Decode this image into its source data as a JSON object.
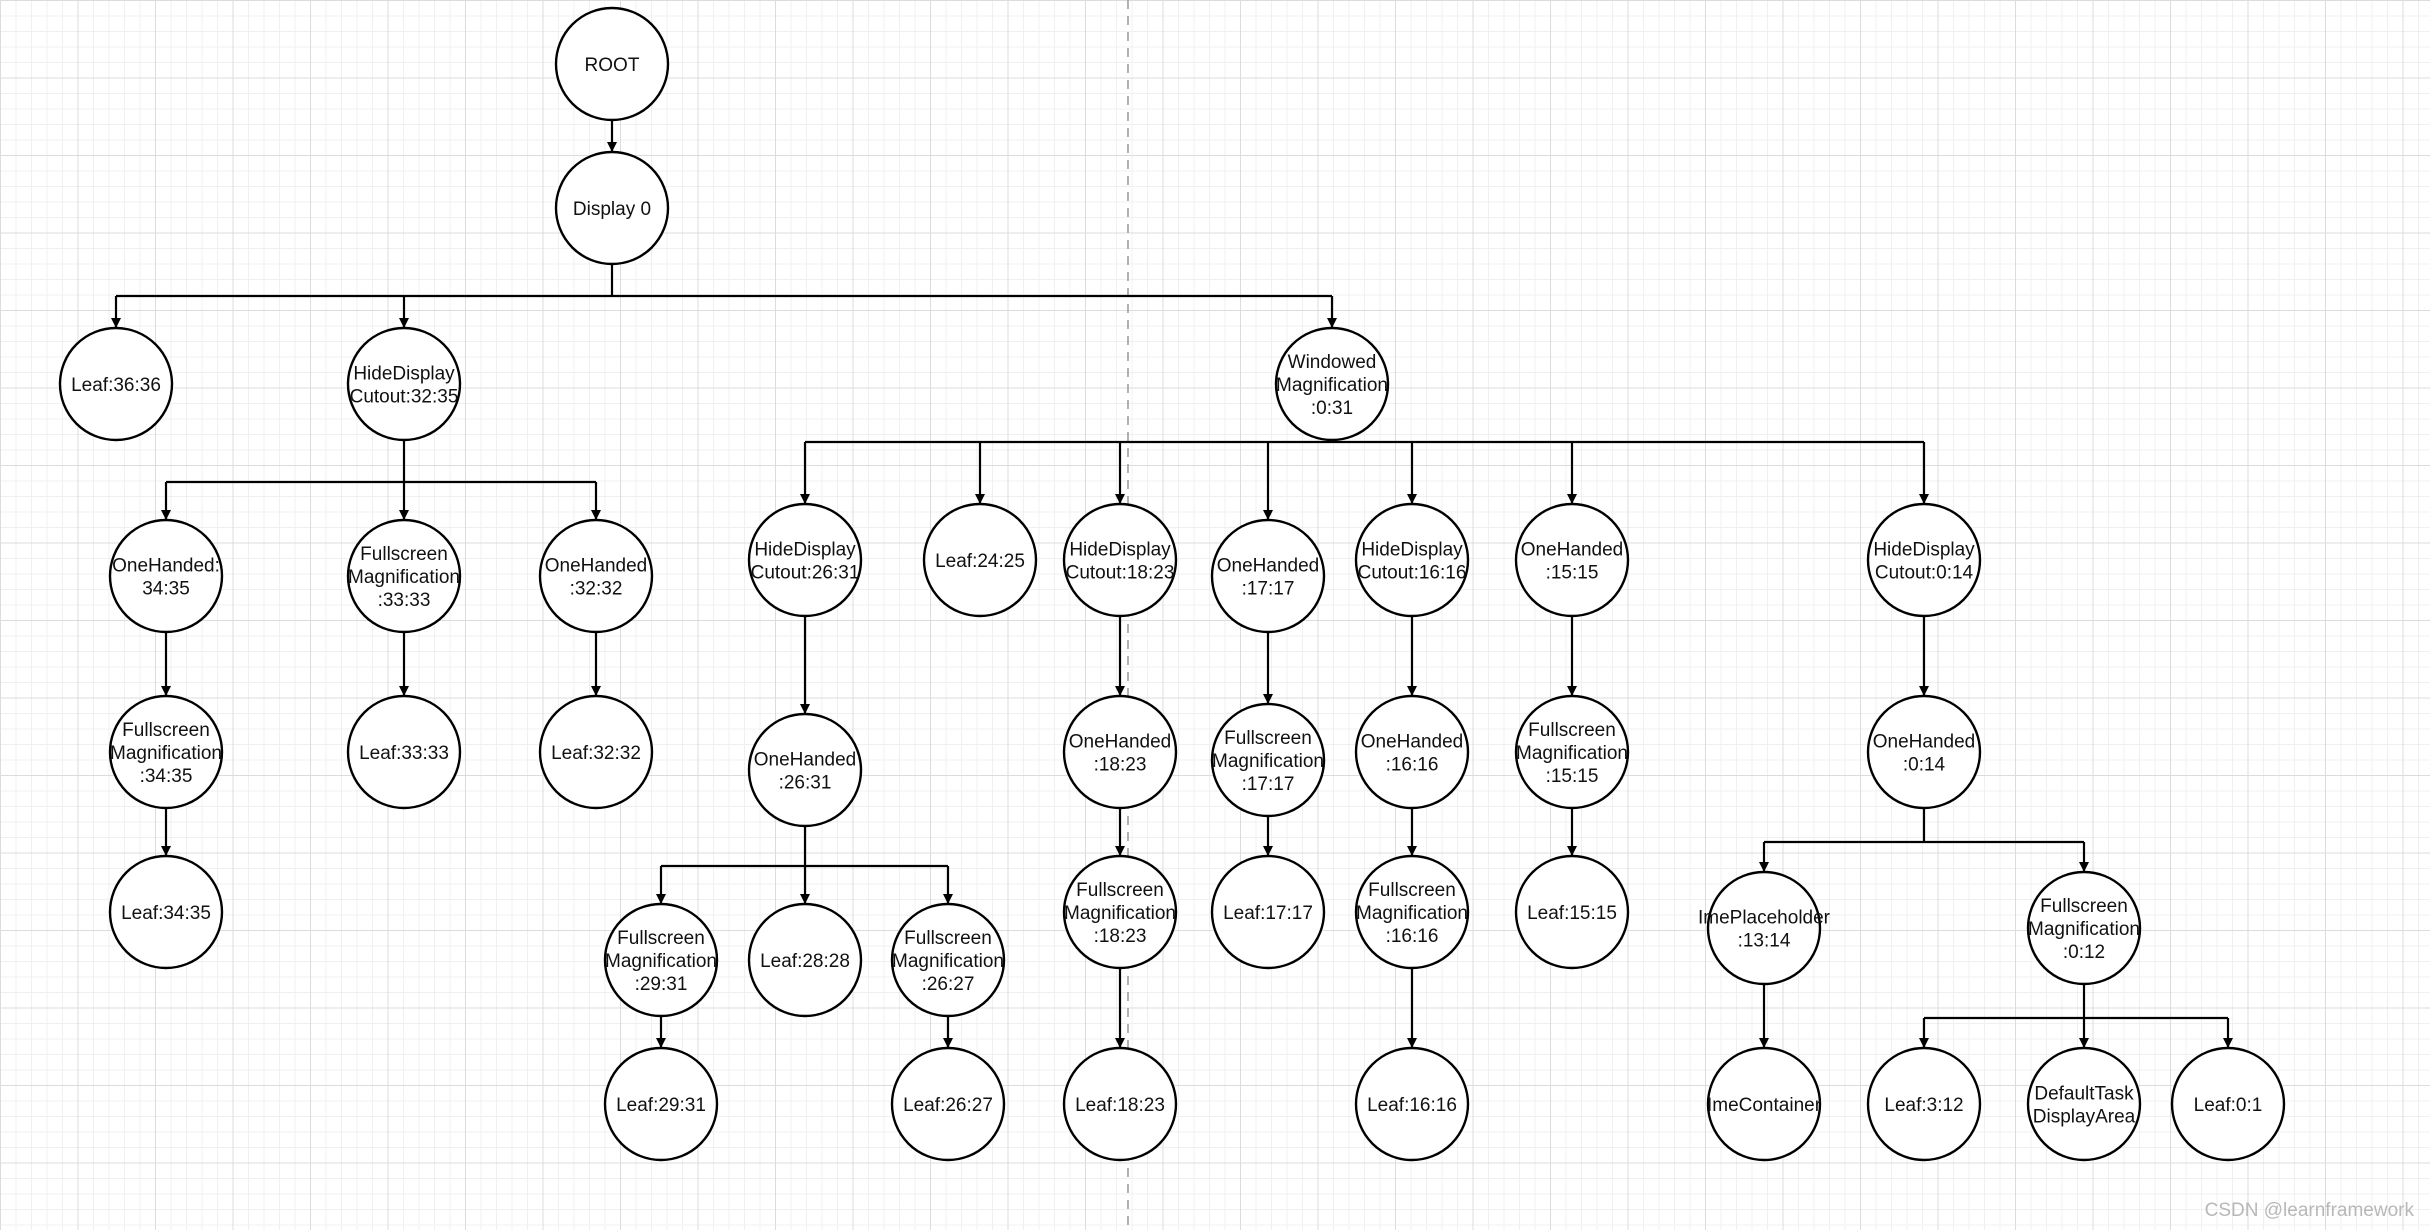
{
  "nodes": [
    {
      "id": "root",
      "lines": [
        "ROOT"
      ],
      "parent": null
    },
    {
      "id": "display0",
      "lines": [
        "Display 0"
      ],
      "parent": "root"
    },
    {
      "id": "leaf36",
      "lines": [
        "Leaf:36:36"
      ],
      "parent": "display0"
    },
    {
      "id": "hdc3235",
      "lines": [
        "HideDisplay",
        "Cutout:32:35"
      ],
      "parent": "display0"
    },
    {
      "id": "wm031",
      "lines": [
        "Windowed",
        "Magnification",
        ":0:31"
      ],
      "parent": "display0"
    },
    {
      "id": "oh3435",
      "lines": [
        "OneHanded:",
        "34:35"
      ],
      "parent": "hdc3235"
    },
    {
      "id": "fm3333",
      "lines": [
        "Fullscreen",
        "Magnification",
        ":33:33"
      ],
      "parent": "hdc3235"
    },
    {
      "id": "oh3232",
      "lines": [
        "OneHanded",
        ":32:32"
      ],
      "parent": "hdc3235"
    },
    {
      "id": "fm3435",
      "lines": [
        "Fullscreen",
        "Magnification",
        ":34:35"
      ],
      "parent": "oh3435"
    },
    {
      "id": "leaf3435",
      "lines": [
        "Leaf:34:35"
      ],
      "parent": "fm3435"
    },
    {
      "id": "leaf3333",
      "lines": [
        "Leaf:33:33"
      ],
      "parent": "fm3333"
    },
    {
      "id": "leaf3232",
      "lines": [
        "Leaf:32:32"
      ],
      "parent": "oh3232"
    },
    {
      "id": "hdc2631",
      "lines": [
        "HideDisplay",
        "Cutout:26:31"
      ],
      "parent": "wm031"
    },
    {
      "id": "leaf2425",
      "lines": [
        "Leaf:24:25"
      ],
      "parent": "wm031"
    },
    {
      "id": "hdc1823",
      "lines": [
        "HideDisplay",
        "Cutout:18:23"
      ],
      "parent": "wm031"
    },
    {
      "id": "oh1717",
      "lines": [
        "OneHanded",
        ":17:17"
      ],
      "parent": "wm031"
    },
    {
      "id": "hdc1616",
      "lines": [
        "HideDisplay",
        "Cutout:16:16"
      ],
      "parent": "wm031"
    },
    {
      "id": "oh1515",
      "lines": [
        "OneHanded",
        ":15:15"
      ],
      "parent": "wm031"
    },
    {
      "id": "hdc014",
      "lines": [
        "HideDisplay",
        "Cutout:0:14"
      ],
      "parent": "wm031"
    },
    {
      "id": "oh2631",
      "lines": [
        "OneHanded",
        ":26:31"
      ],
      "parent": "hdc2631"
    },
    {
      "id": "fm2931",
      "lines": [
        "Fullscreen",
        "Magnification",
        ":29:31"
      ],
      "parent": "oh2631"
    },
    {
      "id": "leaf2828",
      "lines": [
        "Leaf:28:28"
      ],
      "parent": "oh2631"
    },
    {
      "id": "fm2627",
      "lines": [
        "Fullscreen",
        "Magnification",
        ":26:27"
      ],
      "parent": "oh2631"
    },
    {
      "id": "leaf2931",
      "lines": [
        "Leaf:29:31"
      ],
      "parent": "fm2931"
    },
    {
      "id": "leaf2627",
      "lines": [
        "Leaf:26:27"
      ],
      "parent": "fm2627"
    },
    {
      "id": "oh1823",
      "lines": [
        "OneHanded",
        ":18:23"
      ],
      "parent": "hdc1823"
    },
    {
      "id": "fm1823",
      "lines": [
        "Fullscreen",
        "Magnification",
        ":18:23"
      ],
      "parent": "oh1823"
    },
    {
      "id": "leaf1823",
      "lines": [
        "Leaf:18:23"
      ],
      "parent": "fm1823"
    },
    {
      "id": "fm1717",
      "lines": [
        "Fullscreen",
        "Magnification",
        ":17:17"
      ],
      "parent": "oh1717"
    },
    {
      "id": "leaf1717",
      "lines": [
        "Leaf:17:17"
      ],
      "parent": "fm1717"
    },
    {
      "id": "oh1616",
      "lines": [
        "OneHanded",
        ":16:16"
      ],
      "parent": "hdc1616"
    },
    {
      "id": "fm1616",
      "lines": [
        "Fullscreen",
        "Magnification",
        ":16:16"
      ],
      "parent": "oh1616"
    },
    {
      "id": "leaf1616",
      "lines": [
        "Leaf:16:16"
      ],
      "parent": "fm1616"
    },
    {
      "id": "fm1515",
      "lines": [
        "Fullscreen",
        "Magnification",
        ":15:15"
      ],
      "parent": "oh1515"
    },
    {
      "id": "leaf1515",
      "lines": [
        "Leaf:15:15"
      ],
      "parent": "fm1515"
    },
    {
      "id": "oh014",
      "lines": [
        "OneHanded",
        ":0:14"
      ],
      "parent": "hdc014"
    },
    {
      "id": "ime1314",
      "lines": [
        "ImePlaceholder",
        ":13:14"
      ],
      "parent": "oh014"
    },
    {
      "id": "fm012",
      "lines": [
        "Fullscreen",
        "Magnification",
        ":0:12"
      ],
      "parent": "oh014"
    },
    {
      "id": "imecontainer",
      "lines": [
        "ImeContainer"
      ],
      "parent": "ime1314"
    },
    {
      "id": "leaf312",
      "lines": [
        "Leaf:3:12"
      ],
      "parent": "fm012"
    },
    {
      "id": "dtda",
      "lines": [
        "DefaultTask",
        "DisplayArea"
      ],
      "parent": "fm012"
    },
    {
      "id": "leaf01",
      "lines": [
        "Leaf:0:1"
      ],
      "parent": "fm012"
    }
  ],
  "watermark": "CSDN @learnframework",
  "colors": {
    "stroke": "#000000",
    "fill": "#ffffff",
    "text": "#111111",
    "grid": "#dcdcdc",
    "watermark": "#b8b8b8"
  }
}
